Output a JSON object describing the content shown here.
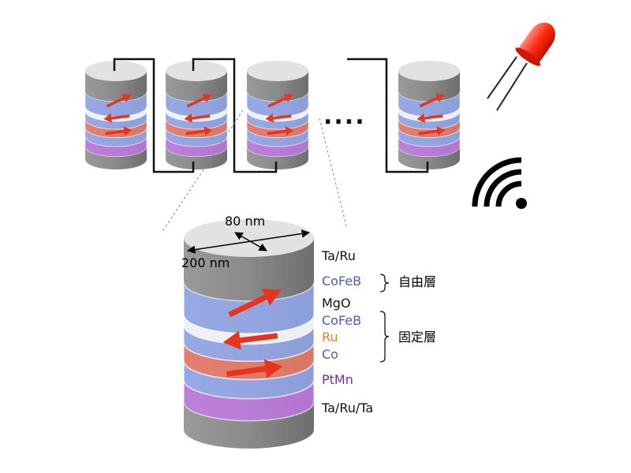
{
  "title": "MTJ array diagram",
  "dimensions": {
    "width_label": "80 nm",
    "length_label": "200 nm"
  },
  "layers": [
    {
      "name": "Ta/Ru",
      "color": "#111111"
    },
    {
      "name": "CoFeB",
      "color": "#4a5bbf"
    },
    {
      "name": "MgO",
      "color": "#111111"
    },
    {
      "name": "CoFeB",
      "color": "#4a5bbf"
    },
    {
      "name": "Ru",
      "color": "#e8822a"
    },
    {
      "name": "Co",
      "color": "#4a5bbf"
    },
    {
      "name": "PtMn",
      "color": "#7a2ba0"
    },
    {
      "name": "Ta/Ru/Ta",
      "color": "#111111"
    }
  ],
  "groups": {
    "free_layer": "自由層",
    "fixed_layer": "固定層"
  },
  "ellipsis": "....",
  "icons": [
    "led-icon",
    "wireless-signal-icon"
  ]
}
